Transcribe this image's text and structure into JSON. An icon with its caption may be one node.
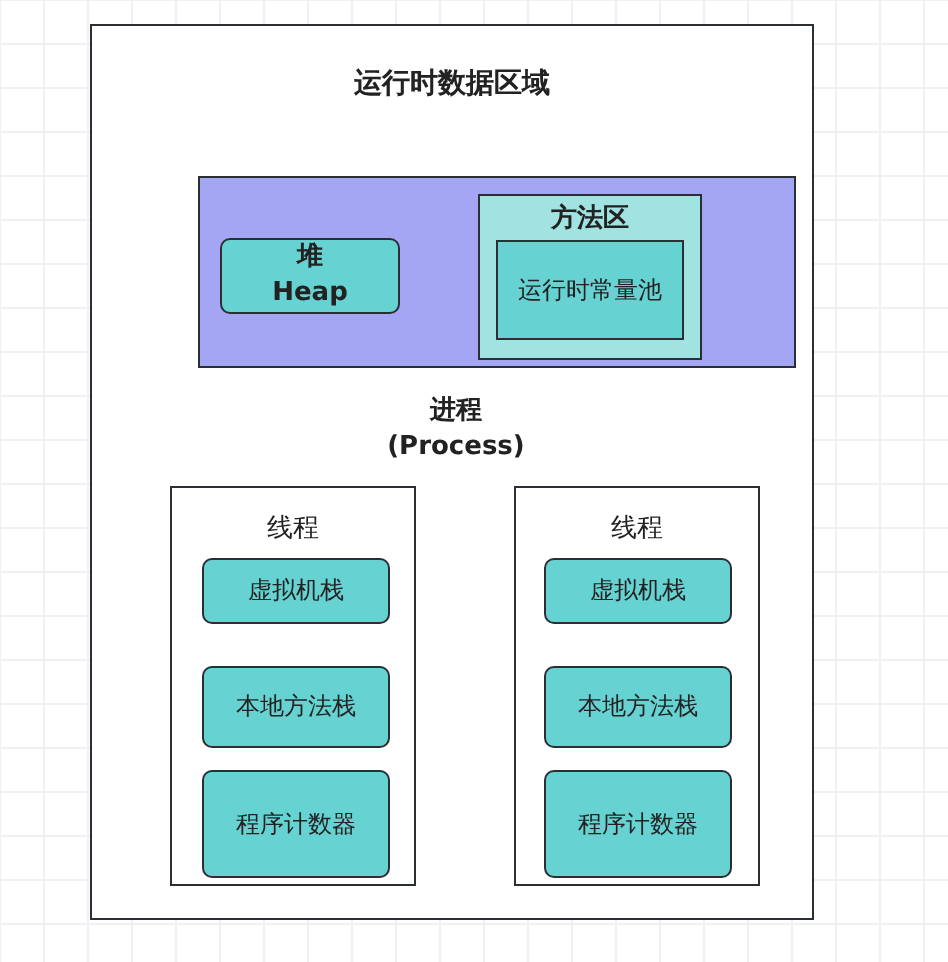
{
  "diagram": {
    "nodes": [
      {
        "text": [
          "运行时数据区域"
        ]
      },
      {
        "text": [],
        "shape": "box",
        "in": 0
      },
      {
        "text": [
          "堆 Heap"
        ],
        "in": 1
      },
      {
        "text": [
          "方法区"
        ],
        "in": 1
      },
      {
        "text": [
          "运行时常量池"
        ],
        "in": 3
      },
      {
        "text": [
          "线程"
        ],
        "in": 0
      },
      {
        "text": [
          "虚拟机栈"
        ],
        "in": 5
      },
      {
        "text": [
          "本地方法栈"
        ],
        "in": 5
      },
      {
        "text": [
          "程序计数器"
        ],
        "in": 5
      },
      {
        "text": [
          "线程"
        ],
        "in": 0
      },
      {
        "text": [
          "虚拟机栈"
        ],
        "in": 9
      },
      {
        "text": [
          "本地方法栈"
        ],
        "in": 9
      },
      {
        "text": [
          "程序计数器"
        ],
        "in": 9
      }
    ],
    "labels": [
      "进程 (Process)"
    ]
  }
}
